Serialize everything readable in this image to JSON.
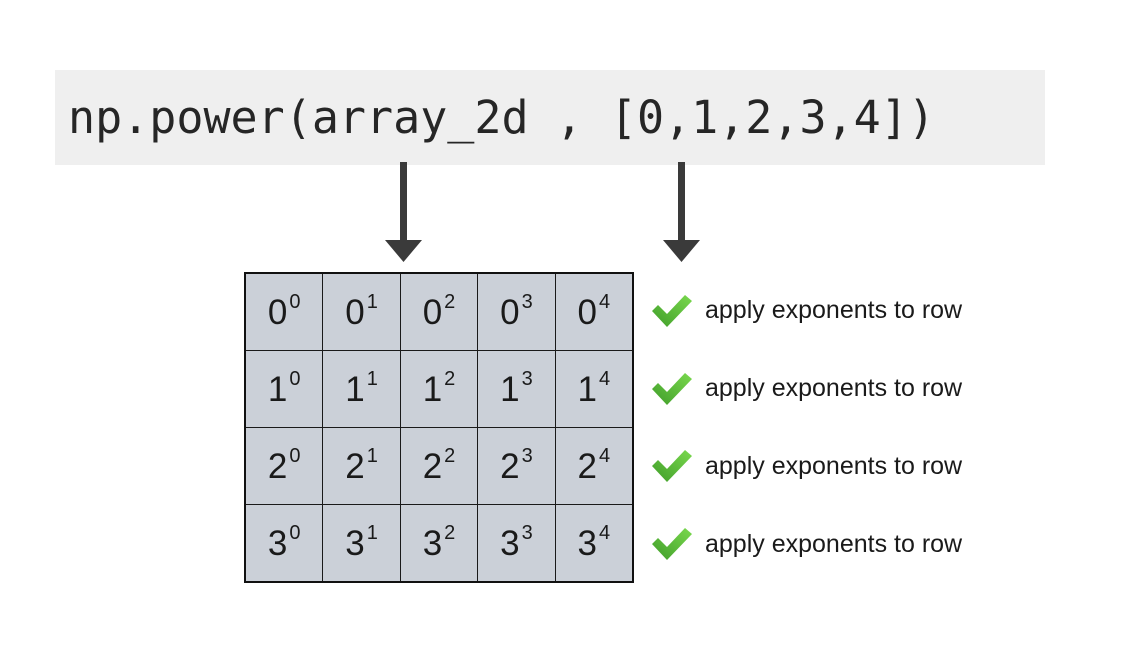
{
  "code": {
    "text": "np.power(array_2d , [0,1,2,3,4])",
    "background": "#efefef",
    "font_color": "#262626"
  },
  "arrows": [
    {
      "name": "arrow-to-base-array",
      "points_to": "array_2d",
      "color": "#3a3a3a"
    },
    {
      "name": "arrow-to-exponent-list",
      "points_to": "[0,1,2,3,4]",
      "color": "#3a3a3a"
    }
  ],
  "grid": {
    "rows": 4,
    "cols": 5,
    "cell_background": "#cbd0d8",
    "border_color": "#111111",
    "bases": [
      0,
      1,
      2,
      3
    ],
    "exponents": [
      0,
      1,
      2,
      3,
      4
    ],
    "cells": [
      [
        {
          "base": "0",
          "exp": "0"
        },
        {
          "base": "0",
          "exp": "1"
        },
        {
          "base": "0",
          "exp": "2"
        },
        {
          "base": "0",
          "exp": "3"
        },
        {
          "base": "0",
          "exp": "4"
        }
      ],
      [
        {
          "base": "1",
          "exp": "0"
        },
        {
          "base": "1",
          "exp": "1"
        },
        {
          "base": "1",
          "exp": "2"
        },
        {
          "base": "1",
          "exp": "3"
        },
        {
          "base": "1",
          "exp": "4"
        }
      ],
      [
        {
          "base": "2",
          "exp": "0"
        },
        {
          "base": "2",
          "exp": "1"
        },
        {
          "base": "2",
          "exp": "2"
        },
        {
          "base": "2",
          "exp": "3"
        },
        {
          "base": "2",
          "exp": "4"
        }
      ],
      [
        {
          "base": "3",
          "exp": "0"
        },
        {
          "base": "3",
          "exp": "1"
        },
        {
          "base": "3",
          "exp": "2"
        },
        {
          "base": "3",
          "exp": "3"
        },
        {
          "base": "3",
          "exp": "4"
        }
      ]
    ]
  },
  "annotations": {
    "check_color_light": "#6ec843",
    "check_color_dark": "#3f9c29",
    "icon_name": "green-check-icon",
    "rows": [
      {
        "label": "apply exponents to row"
      },
      {
        "label": "apply exponents to row"
      },
      {
        "label": "apply exponents to row"
      },
      {
        "label": "apply exponents to row"
      }
    ]
  }
}
